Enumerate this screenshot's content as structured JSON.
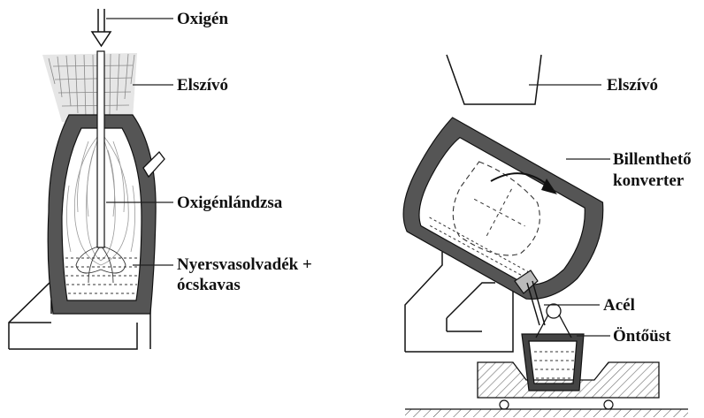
{
  "diagram": {
    "left": {
      "label_oxygen": "Oxigén",
      "label_exhaust": "Elszívó",
      "label_lance": "Oxigénlándzsa",
      "label_melt_line1": "Nyersvasolvadék +",
      "label_melt_line2": "ócskavas"
    },
    "right": {
      "label_exhaust": "Elszívó",
      "label_converter_line1": "Billenthető",
      "label_converter_line2": "konverter",
      "label_steel": "Acél",
      "label_ladle": "Öntőüst"
    }
  },
  "colors": {
    "wall": "#555555",
    "line": "#111111",
    "hatch": "#777777",
    "background": "#ffffff"
  }
}
